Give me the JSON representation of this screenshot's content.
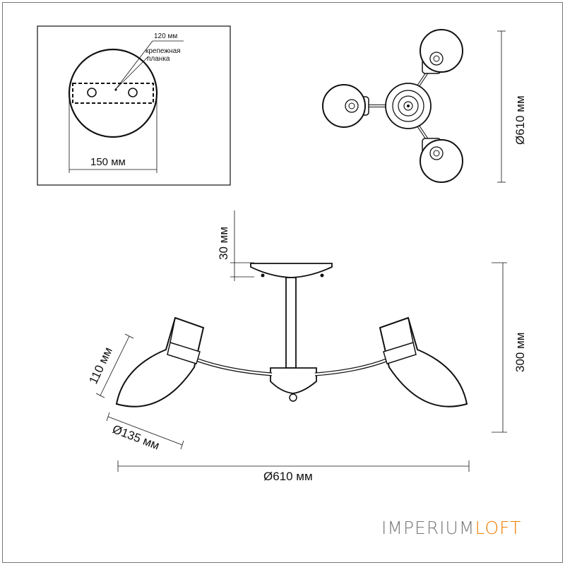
{
  "mount_detail": {
    "plate_length": "120 мм",
    "plate_label_line1": "крепежная",
    "plate_label_line2": "планка",
    "base_diameter": "150 мм"
  },
  "top_view": {
    "diameter": "Ø610 мм"
  },
  "side_view": {
    "canopy_height": "30 мм",
    "total_height": "300 мм",
    "shade_height": "110 мм",
    "shade_diameter": "Ø135 мм",
    "overall_width": "Ø610 мм"
  },
  "brand": {
    "name_part1": "IMPERIUM",
    "name_part2": "LOFT",
    "color_main": "#777777",
    "color_accent": "#f07d00"
  }
}
